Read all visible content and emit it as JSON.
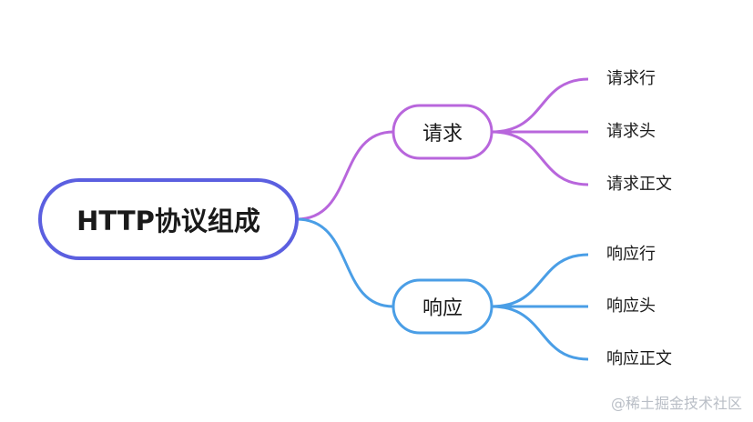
{
  "diagram": {
    "root": {
      "label": "HTTP协议组成",
      "border_color": "#5b5fe0"
    },
    "branches": [
      {
        "label": "请求",
        "color": "#b866dc",
        "children": [
          "请求行",
          "请求头",
          "请求正文"
        ]
      },
      {
        "label": "响应",
        "color": "#4a9ee6",
        "children": [
          "响应行",
          "响应头",
          "响应正文"
        ]
      }
    ]
  },
  "watermark": "@稀土掘金技术社区"
}
